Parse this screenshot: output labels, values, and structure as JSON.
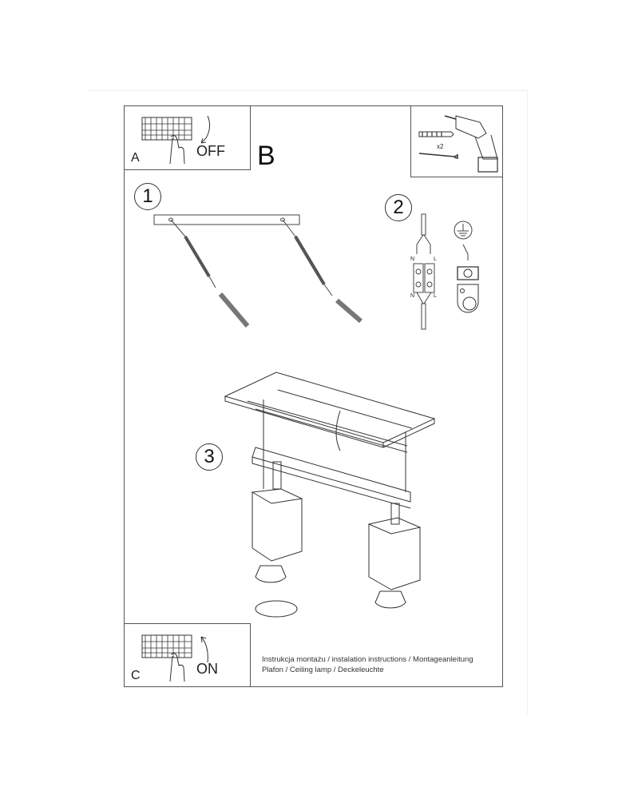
{
  "document": {
    "type": "installation-instructions",
    "steps": {
      "A": {
        "label": "A",
        "action": "OFF",
        "icon": "breaker-switch-off-icon"
      },
      "B": {
        "label": "B"
      },
      "C": {
        "label": "C",
        "action": "ON",
        "icon": "breaker-switch-on-icon"
      }
    },
    "tools": {
      "drill_icon": "power-drill-icon",
      "anchor_icon": "wall-plug-icon",
      "screw_icon": "screw-icon",
      "quantity": "x2"
    },
    "step1": {
      "number": "1",
      "description_icon": "mounting-plate-screws-icon"
    },
    "step2": {
      "number": "2",
      "terminal_top_left": "N",
      "terminal_top_right": "L",
      "terminal_bottom_left": "N",
      "terminal_bottom_right": "L",
      "ground_icon": "ground-symbol-icon"
    },
    "step3": {
      "number": "3",
      "description_icon": "ceiling-lamp-assembly-icon"
    },
    "caption": {
      "line1": "Instrukcja montażu / instalation instructions / Montageanleitung",
      "line2": "Plafon / Ceiling lamp / Deckeleuchte"
    }
  }
}
